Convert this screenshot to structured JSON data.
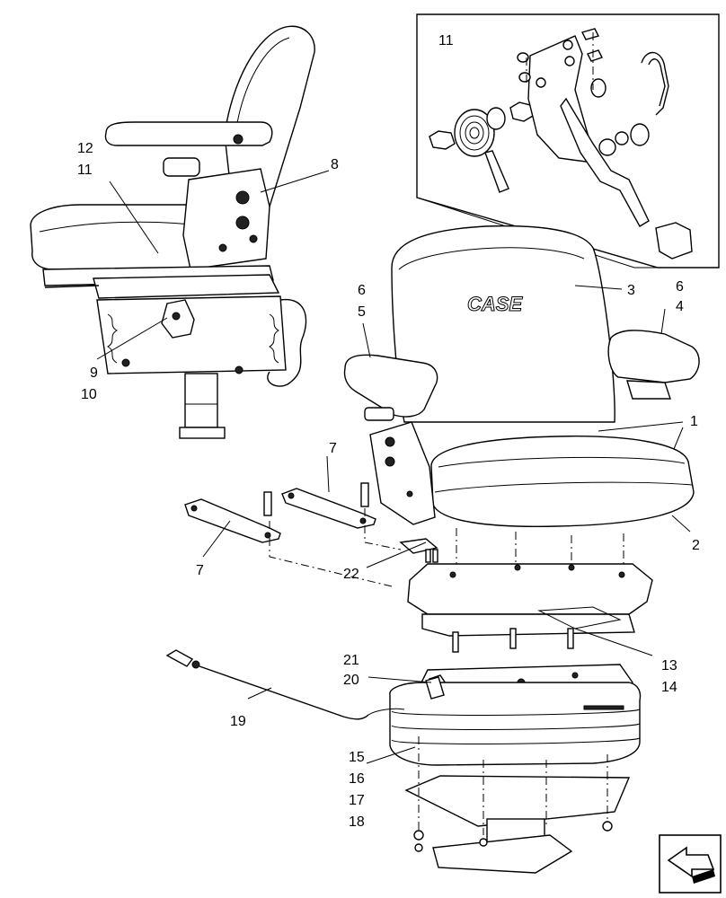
{
  "labels": {
    "inset_11": "11",
    "l12": "12",
    "l11": "11",
    "l8": "8",
    "l9": "9",
    "l10": "10",
    "r6a": "6",
    "r5": "5",
    "r3": "3",
    "r6b": "6",
    "r4": "4",
    "r1": "1",
    "r2": "2",
    "l7a": "7",
    "l7b": "7",
    "l22": "22",
    "l13": "13",
    "l14": "14",
    "l21": "21",
    "l20": "20",
    "l19": "19",
    "l15": "15",
    "l16": "16",
    "l17": "17",
    "l18": "18"
  },
  "seat_logo": "CASE",
  "nav_icon": "arrow-icon"
}
